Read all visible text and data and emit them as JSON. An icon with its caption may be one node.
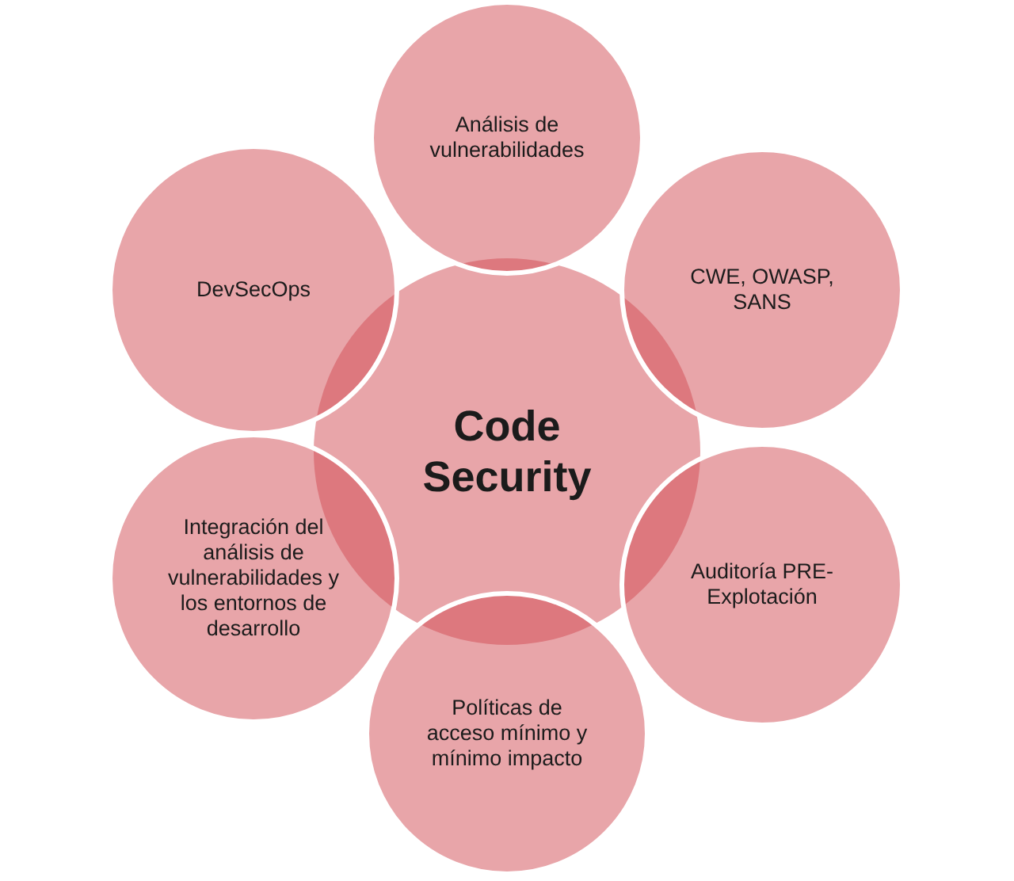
{
  "diagram": {
    "nodes": [
      {
        "text": [
          "Code Security"
        ]
      },
      {
        "text": [
          "Análisis de vulnerabilidades"
        ]
      },
      {
        "text": [
          "CWE, OWASP, SANS"
        ]
      },
      {
        "text": [
          "Auditoría PRE-Explotación"
        ]
      },
      {
        "text": [
          "Políticas de acceso mínimo y mínimo impacto"
        ]
      },
      {
        "text": [
          "Integración del análisis de vulnerabilidades y los entornos de desarrollo"
        ]
      },
      {
        "text": [
          "DevSecOps"
        ]
      }
    ]
  }
}
